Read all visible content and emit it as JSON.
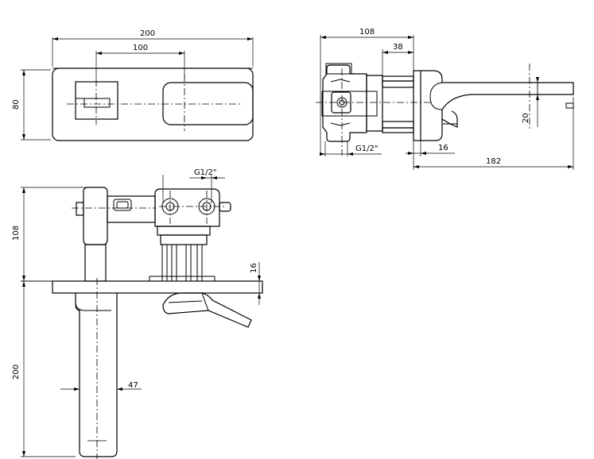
{
  "views": {
    "front": {
      "width_dim": "200",
      "spacing_dim": "100",
      "height_dim": "80"
    },
    "side": {
      "depth_dim": "108",
      "inner_dim": "38",
      "thread_label": "G1/2\"",
      "plate_dim": "16",
      "spout_dim": "182",
      "spout_height_dim": "20"
    },
    "top": {
      "thread_label": "G1/2\"",
      "body_dim": "108",
      "plate_dim": "16",
      "spout_dim": "200",
      "spout_width_dim": "47"
    }
  }
}
